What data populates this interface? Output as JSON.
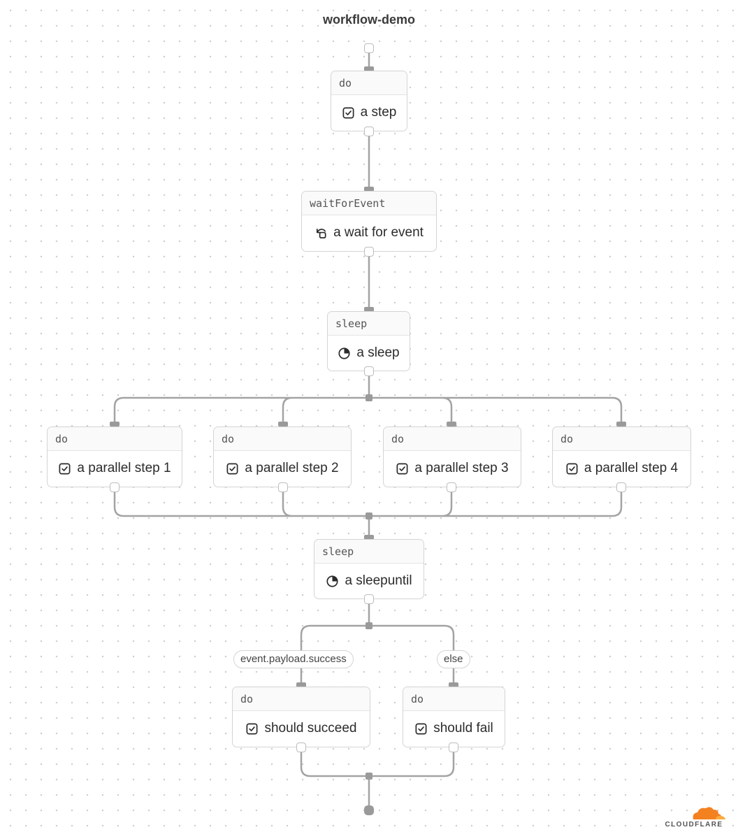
{
  "title": "workflow-demo",
  "nodes": {
    "step": {
      "type": "do",
      "label": "a step",
      "icon": "check-square-icon"
    },
    "wait": {
      "type": "waitForEvent",
      "label": "a wait for event",
      "icon": "rotate-arrow-icon"
    },
    "sleep": {
      "type": "sleep",
      "label": "a sleep",
      "icon": "clock-pie-icon"
    },
    "p1": {
      "type": "do",
      "label": "a parallel step 1",
      "icon": "check-square-icon"
    },
    "p2": {
      "type": "do",
      "label": "a parallel step 2",
      "icon": "check-square-icon"
    },
    "p3": {
      "type": "do",
      "label": "a parallel step 3",
      "icon": "check-square-icon"
    },
    "p4": {
      "type": "do",
      "label": "a parallel step 4",
      "icon": "check-square-icon"
    },
    "sleepuntil": {
      "type": "sleep",
      "label": "a sleepuntil",
      "icon": "clock-pie-icon"
    },
    "succeed": {
      "type": "do",
      "label": "should succeed",
      "icon": "check-square-icon"
    },
    "fail": {
      "type": "do",
      "label": "should fail",
      "icon": "check-square-icon"
    }
  },
  "branches": {
    "condition": "event.payload.success",
    "else": "else"
  },
  "brand": {
    "name": "CLOUDFLARE",
    "logo_color": "#f48120"
  },
  "colors": {
    "edge": "#a3a3a3",
    "node_border": "#d4d4d4"
  }
}
